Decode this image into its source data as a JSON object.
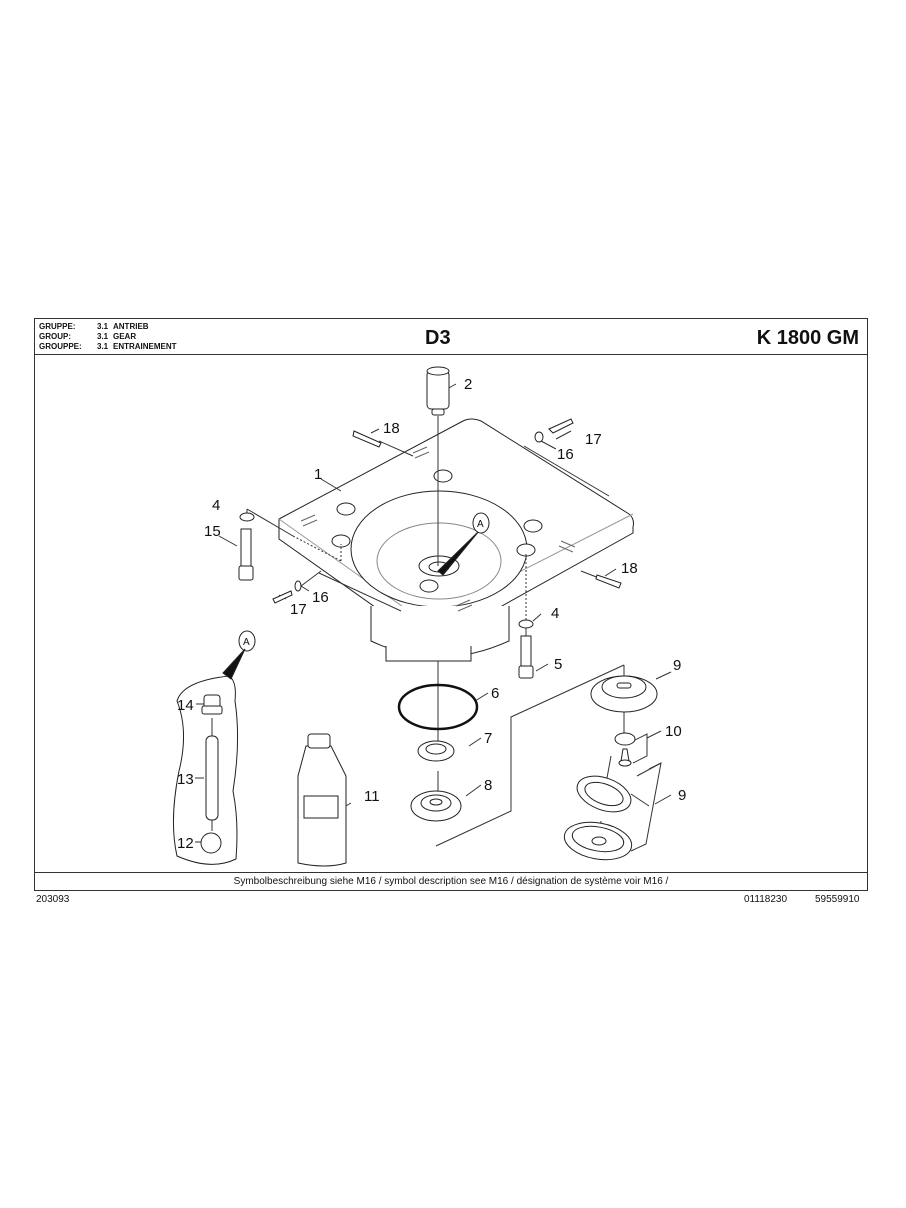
{
  "header": {
    "groups": [
      {
        "label": "GRUPPE:",
        "number": "3.1",
        "name": "ANTRIEB"
      },
      {
        "label": "GROUP:",
        "number": "3.1",
        "name": "GEAR"
      },
      {
        "label": "GROUPPE:",
        "number": "3.1",
        "name": "ENTRAINEMENT"
      }
    ],
    "title": "D3",
    "model": "K 1800 GM"
  },
  "drawing": {
    "callouts": {
      "c1": "1",
      "c2": "2",
      "c4a": "4",
      "c4b": "4",
      "c5": "5",
      "c6": "6",
      "c7": "7",
      "c8": "8",
      "c9a": "9",
      "c9b": "9",
      "c10": "10",
      "c11": "11",
      "c12": "12",
      "c13": "13",
      "c14": "14",
      "c15": "15",
      "c16a": "16",
      "c16b": "16",
      "c17a": "17",
      "c17b": "17",
      "c18a": "18",
      "c18b": "18",
      "detail_a1": "A",
      "detail_a2": "A"
    }
  },
  "footer": {
    "symbol_note": "Symbolbeschreibung siehe M16 / symbol description see M16 / désignation de système voir M16 /",
    "doc_left": "203093",
    "doc_mid": "01118230",
    "doc_right": "59559910"
  }
}
